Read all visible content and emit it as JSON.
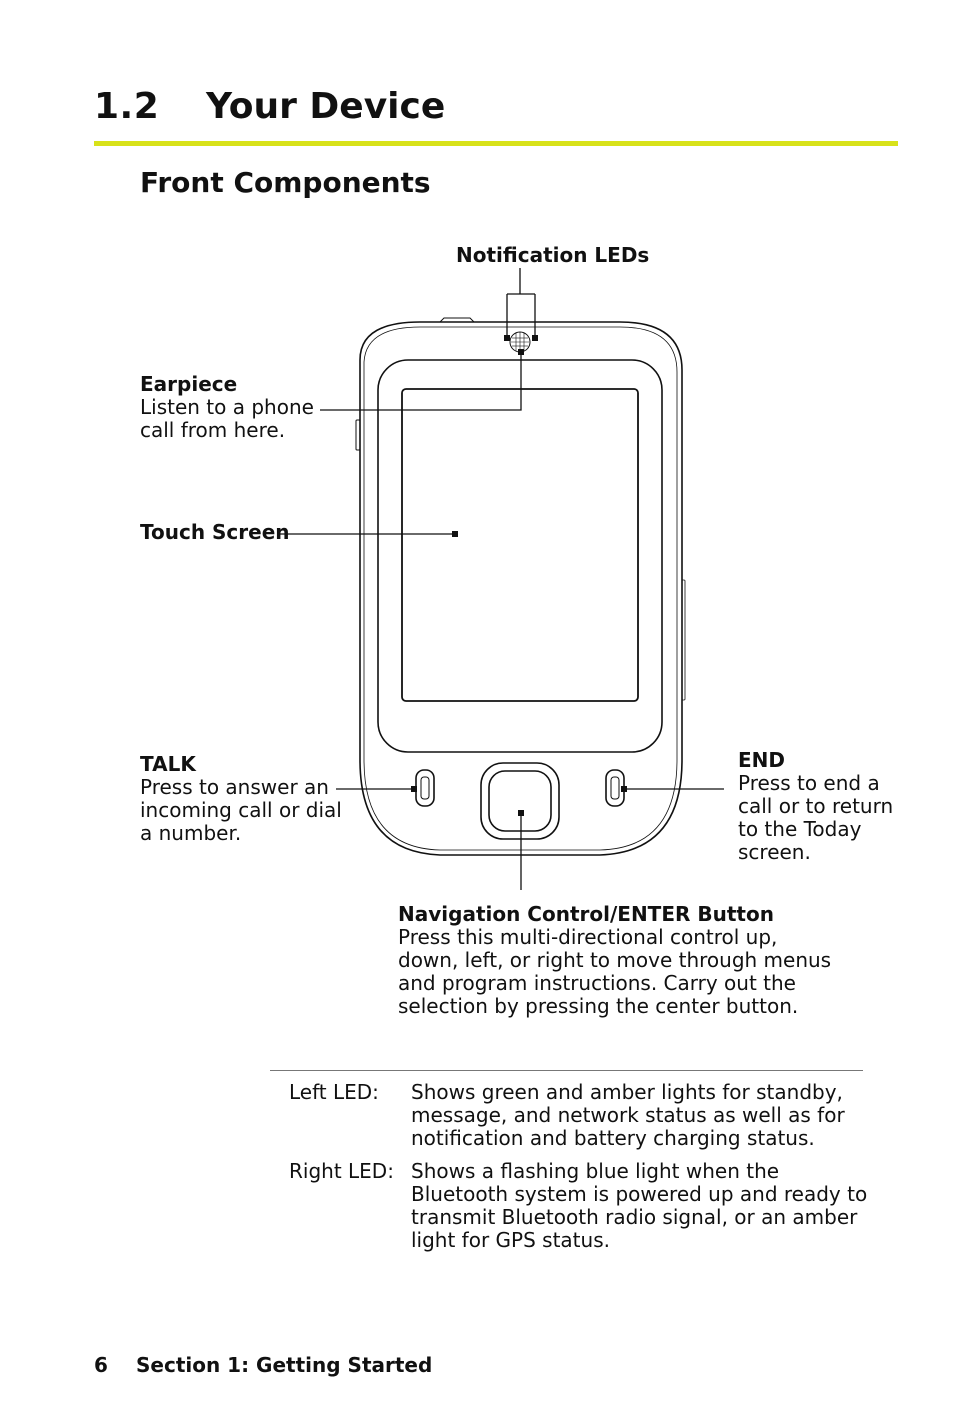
{
  "header": {
    "section_number": "1.2",
    "section_title": "Your Device",
    "subsection_title": "Front Components"
  },
  "callouts": {
    "notification": {
      "title": "Notification LEDs"
    },
    "earpiece": {
      "title": "Earpiece",
      "desc": "Listen to a phone\ncall from here."
    },
    "touch_screen": {
      "title": "Touch Screen"
    },
    "talk": {
      "title": "TALK",
      "desc": "Press to answer an\nincoming call or dial\na number."
    },
    "end": {
      "title": "END",
      "desc": "Press to end a\ncall or to return\nto the Today\nscreen."
    },
    "navigation": {
      "title": "Navigation Control/ENTER Button",
      "desc": "Press this multi-directional control up,\ndown, left, or right to move through menus\nand program instructions. Carry out the\nselection by pressing the center button."
    }
  },
  "led_table": {
    "rows": [
      {
        "label": "Left LED:",
        "desc": "Shows green and amber lights for standby,\nmessage, and network status as well as for\nnotification and battery charging status."
      },
      {
        "label": "Right LED:",
        "desc": "Shows a flashing blue light when the\nBluetooth system is powered up and ready to\ntransmit Bluetooth radio signal, or an amber\nlight for GPS status."
      }
    ]
  },
  "footer": {
    "page_number": "6",
    "section_label": "Section 1: Getting Started"
  },
  "colors": {
    "accent_rule": "#d8e21a",
    "line": "#111111"
  }
}
